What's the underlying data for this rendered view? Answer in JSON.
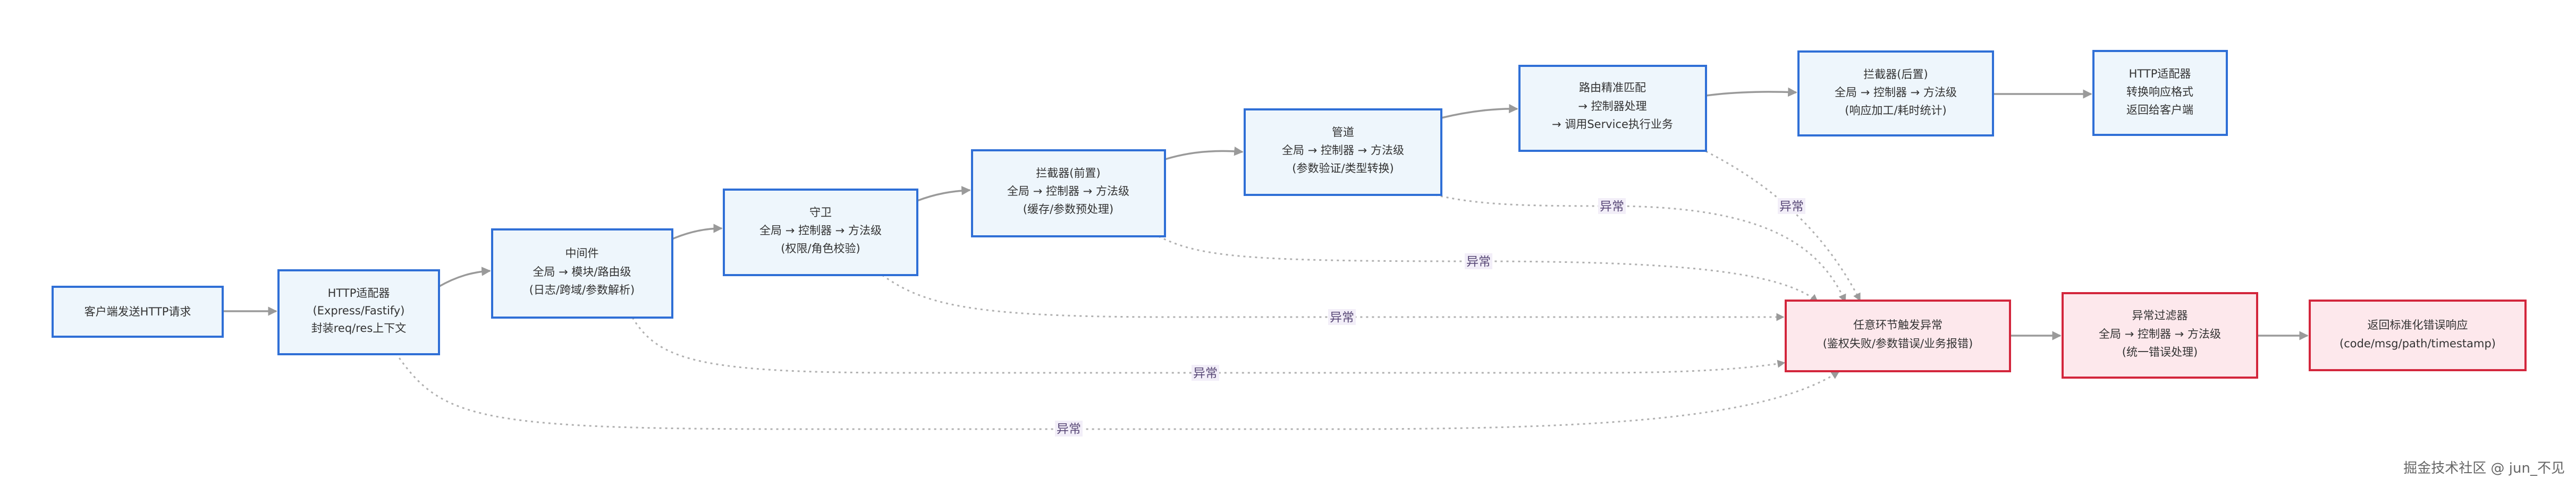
{
  "colors": {
    "normal_fill": "#eef6fc",
    "normal_stroke": "#2f6fd6",
    "error_fill": "#fde8ec",
    "error_stroke": "#d3263c",
    "edge": "#9a9a9a"
  },
  "nodes": {
    "client": {
      "lines": [
        "客户端发送HTTP请求"
      ],
      "kind": "normal"
    },
    "adapter_in": {
      "lines": [
        "HTTP适配器",
        "(Express/Fastify)",
        "封装req/res上下文"
      ],
      "kind": "normal"
    },
    "middleware": {
      "lines": [
        "中间件",
        "全局 → 模块/路由级",
        "(日志/跨域/参数解析)"
      ],
      "kind": "normal"
    },
    "guard": {
      "lines": [
        "守卫",
        "全局 → 控制器 → 方法级",
        "(权限/角色校验)"
      ],
      "kind": "normal"
    },
    "interceptor_pre": {
      "lines": [
        "拦截器(前置)",
        "全局 → 控制器 → 方法级",
        "(缓存/参数预处理)"
      ],
      "kind": "normal"
    },
    "pipe": {
      "lines": [
        "管道",
        "全局 → 控制器 → 方法级",
        "(参数验证/类型转换)"
      ],
      "kind": "normal"
    },
    "router": {
      "lines": [
        "路由精准匹配",
        "→ 控制器处理",
        "→ 调用Service执行业务"
      ],
      "kind": "normal"
    },
    "interceptor_post": {
      "lines": [
        "拦截器(后置)",
        "全局 → 控制器 → 方法级",
        "(响应加工/耗时统计)"
      ],
      "kind": "normal"
    },
    "adapter_out": {
      "lines": [
        "HTTP适配器",
        "转换响应格式",
        "返回给客户端"
      ],
      "kind": "normal"
    },
    "exception": {
      "lines": [
        "任意环节触发异常",
        "(鉴权失败/参数错误/业务报错)"
      ],
      "kind": "error"
    },
    "filter": {
      "lines": [
        "异常过滤器",
        "全局 → 控制器 → 方法级",
        "(统一错误处理)"
      ],
      "kind": "error"
    },
    "error_response": {
      "lines": [
        "返回标准化错误响应",
        "(code/msg/path/timestamp)"
      ],
      "kind": "error"
    }
  },
  "edges": {
    "error_label": "异常"
  },
  "watermark": "掘金技术社区 @ jun_不见"
}
